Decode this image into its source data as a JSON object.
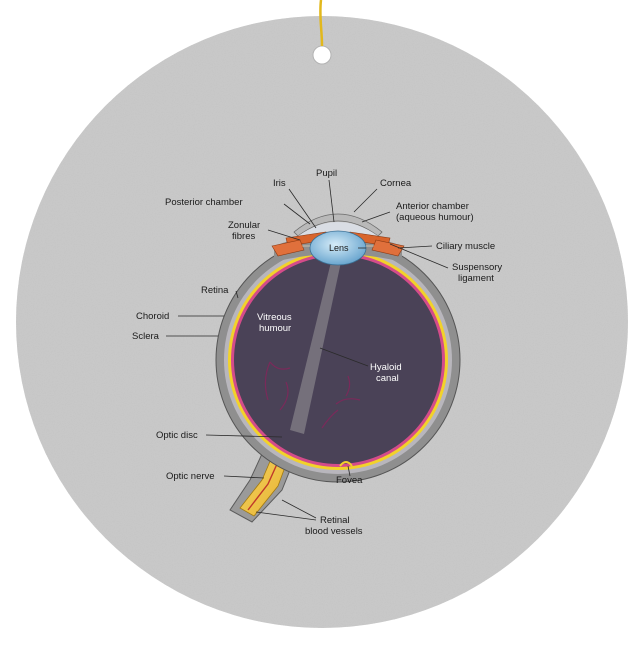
{
  "labels": {
    "pupil": "Pupil",
    "iris": "Iris",
    "cornea": "Cornea",
    "posterior_chamber": "Posterior chamber",
    "anterior_chamber_1": "Anterior chamber",
    "anterior_chamber_2": "(aqueous humour)",
    "zonular_fibres_1": "Zonular",
    "zonular_fibres_2": "fibres",
    "lens": "Lens",
    "ciliary_muscle": "Ciliary muscle",
    "suspensory_ligament_1": "Suspensory",
    "suspensory_ligament_2": "ligament",
    "retina": "Retina",
    "choroid": "Choroid",
    "sclera": "Sclera",
    "vitreous_humour_1": "Vitreous",
    "vitreous_humour_2": "humour",
    "hyaloid_canal_1": "Hyaloid",
    "hyaloid_canal_2": "canal",
    "optic_disc": "Optic disc",
    "optic_nerve": "Optic nerve",
    "fovea": "Fovea",
    "retinal_vessels_1": "Retinal",
    "retinal_vessels_2": "blood vessels"
  },
  "colors": {
    "ornament_fill": "#c9c9c9",
    "ornament_speckle_dark": "#9a9a9a",
    "ornament_speckle_light": "#eeeeee",
    "cord": "#e2b81c",
    "sclera": "#8c8c8c",
    "choroid": "#b0aeb4",
    "retina_yellow": "#f2d22a",
    "retina_pink": "#d44c8a",
    "vitreous": "#4a4257",
    "lens": "#7fb6d9",
    "iris": "#d8642c",
    "optic_nerve": "#f0c64a"
  }
}
